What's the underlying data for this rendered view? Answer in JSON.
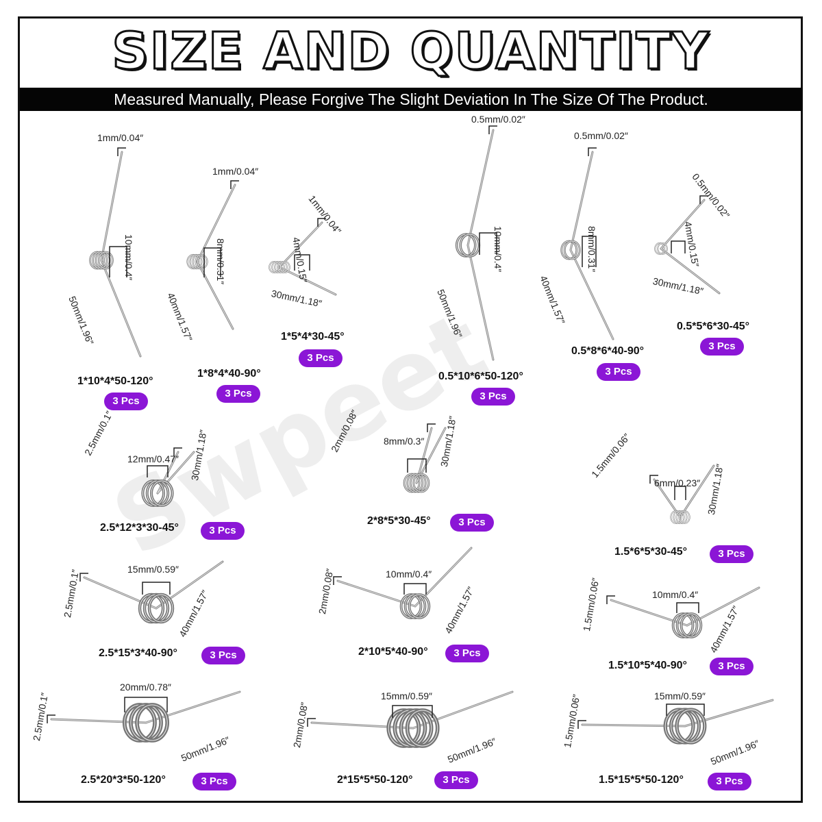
{
  "title": "SIZE AND QUANTITY",
  "subtitle": "Measured Manually, Please Forgive The Slight Deviation In The Size Of The Product.",
  "watermark": "Swpeet",
  "colors": {
    "badge": "#8b16d6",
    "bar": "#050505"
  },
  "springs": [
    {
      "id": "s1",
      "model": "1*10*4*50-120°",
      "qty": "3 Pcs",
      "wire": "1mm/0.04″",
      "coil": "10mm/0.4″",
      "leg": "50mm/1.96″"
    },
    {
      "id": "s2",
      "model": "1*8*4*40-90°",
      "qty": "3 Pcs",
      "wire": "1mm/0.04″",
      "coil": "8mm/0.31″",
      "leg": "40mm/1.57″"
    },
    {
      "id": "s3",
      "model": "1*5*4*30-45°",
      "qty": "3 Pcs",
      "wire": "1mm/0.04″",
      "coil": "4mm/0.15″",
      "leg": "30mm/1.18″"
    },
    {
      "id": "s4",
      "model": "0.5*10*6*50-120°",
      "qty": "3 Pcs",
      "wire": "0.5mm/0.02″",
      "coil": "10mm/0.4″",
      "leg": "50mm/1.96″"
    },
    {
      "id": "s5",
      "model": "0.5*8*6*40-90°",
      "qty": "3 Pcs",
      "wire": "0.5mm/0.02″",
      "coil": "8mm/0.31″",
      "leg": "40mm/1.57″"
    },
    {
      "id": "s6",
      "model": "0.5*5*6*30-45°",
      "qty": "3 Pcs",
      "wire": "0.5mm/0.02″",
      "coil": "4mm/0.15″",
      "leg": "30mm/1.18″"
    },
    {
      "id": "s7",
      "model": "2.5*12*3*30-45°",
      "qty": "3 Pcs",
      "wire": "2.5mm/0.1″",
      "coil": "12mm/0.47″",
      "leg": "30mm/1.18″"
    },
    {
      "id": "s8",
      "model": "2*8*5*30-45°",
      "qty": "3 Pcs",
      "wire": "2mm/0.08″",
      "coil": "8mm/0.3″",
      "leg": "30mm/1.18″"
    },
    {
      "id": "s9",
      "model": "1.5*6*5*30-45°",
      "qty": "3 Pcs",
      "wire": "1.5mm/0.06″",
      "coil": "6mm/0.23″",
      "leg": "30mm/1.18″"
    },
    {
      "id": "s10",
      "model": "2.5*15*3*40-90°",
      "qty": "3 Pcs",
      "wire": "2.5mm/0.1″",
      "coil": "15mm/0.59″",
      "leg": "40mm/1.57″"
    },
    {
      "id": "s11",
      "model": "2*10*5*40-90°",
      "qty": "3 Pcs",
      "wire": "2mm/0.08″",
      "coil": "10mm/0.4″",
      "leg": "40mm/1.57″"
    },
    {
      "id": "s12",
      "model": "1.5*10*5*40-90°",
      "qty": "3 Pcs",
      "wire": "1.5mm/0.06″",
      "coil": "10mm/0.4″",
      "leg": "40mm/1.57″"
    },
    {
      "id": "s13",
      "model": "2.5*20*3*50-120°",
      "qty": "3 Pcs",
      "wire": "2.5mm/0.1″",
      "coil": "20mm/0.78″",
      "leg": "50mm/1.96″"
    },
    {
      "id": "s14",
      "model": "2*15*5*50-120°",
      "qty": "3 Pcs",
      "wire": "2mm/0.08″",
      "coil": "15mm/0.59″",
      "leg": "50mm/1.96″"
    },
    {
      "id": "s15",
      "model": "1.5*15*5*50-120°",
      "qty": "3 Pcs",
      "wire": "1.5mm/0.06″",
      "coil": "15mm/0.59″",
      "leg": "50mm/1.96″"
    }
  ]
}
